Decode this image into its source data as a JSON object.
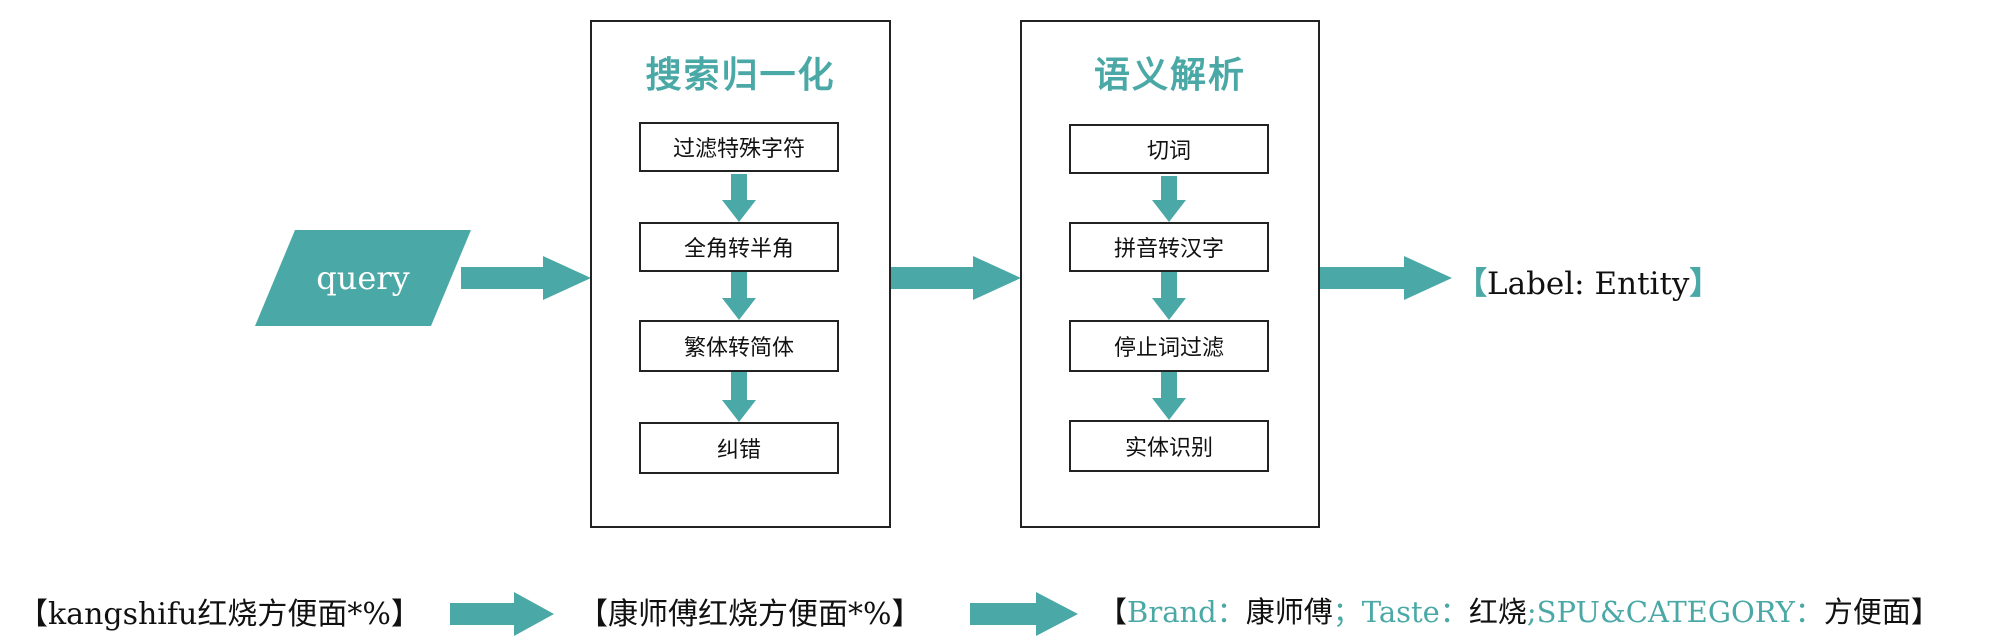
{
  "colors": {
    "accent": "#4aa9a6",
    "border": "#222222",
    "text": "#111111",
    "background": "#ffffff"
  },
  "input": {
    "label": "query"
  },
  "panels": [
    {
      "title": "搜索归一化",
      "steps": [
        "过滤特殊字符",
        "全角转半角",
        "繁体转简体",
        "纠错"
      ]
    },
    {
      "title": "语义解析",
      "steps": [
        "切词",
        "拼音转汉字",
        "停止词过滤",
        "实体识别"
      ]
    }
  ],
  "output": {
    "open_bracket": "【",
    "text": "Label: Entity",
    "close_bracket": "】"
  },
  "example": {
    "raw": "【kangshifu红烧方便面*%】",
    "normalized": "【康师傅红烧方便面*%】",
    "parsed": {
      "open": "【",
      "brand_label": "Brand：",
      "brand_value": "康师傅",
      "sep1": "；",
      "taste_label": "Taste：",
      "taste_value": "红烧",
      "sep2": ";",
      "category_label": "SPU&CATEGORY：",
      "category_value": "方便面",
      "close": "】"
    }
  }
}
